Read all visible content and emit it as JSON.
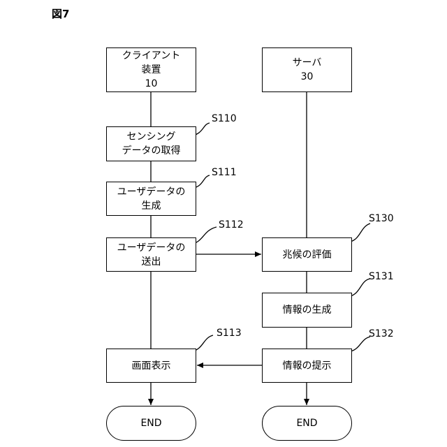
{
  "figure_label": "図7",
  "client": {
    "header": [
      "クライアント",
      "装置",
      "10"
    ],
    "steps": [
      {
        "id": "S110",
        "lines": [
          "センシング",
          "データの取得"
        ]
      },
      {
        "id": "S111",
        "lines": [
          "ユーザデータの",
          "生成"
        ]
      },
      {
        "id": "S112",
        "lines": [
          "ユーザデータの",
          "送出"
        ]
      },
      {
        "id": "S113",
        "lines": [
          "画面表示"
        ]
      }
    ],
    "end": "END"
  },
  "server": {
    "header": [
      "サーバ",
      "30"
    ],
    "steps": [
      {
        "id": "S130",
        "lines": [
          "兆候の評価"
        ]
      },
      {
        "id": "S131",
        "lines": [
          "情報の生成"
        ]
      },
      {
        "id": "S132",
        "lines": [
          "情報の提示"
        ]
      }
    ],
    "end": "END"
  }
}
